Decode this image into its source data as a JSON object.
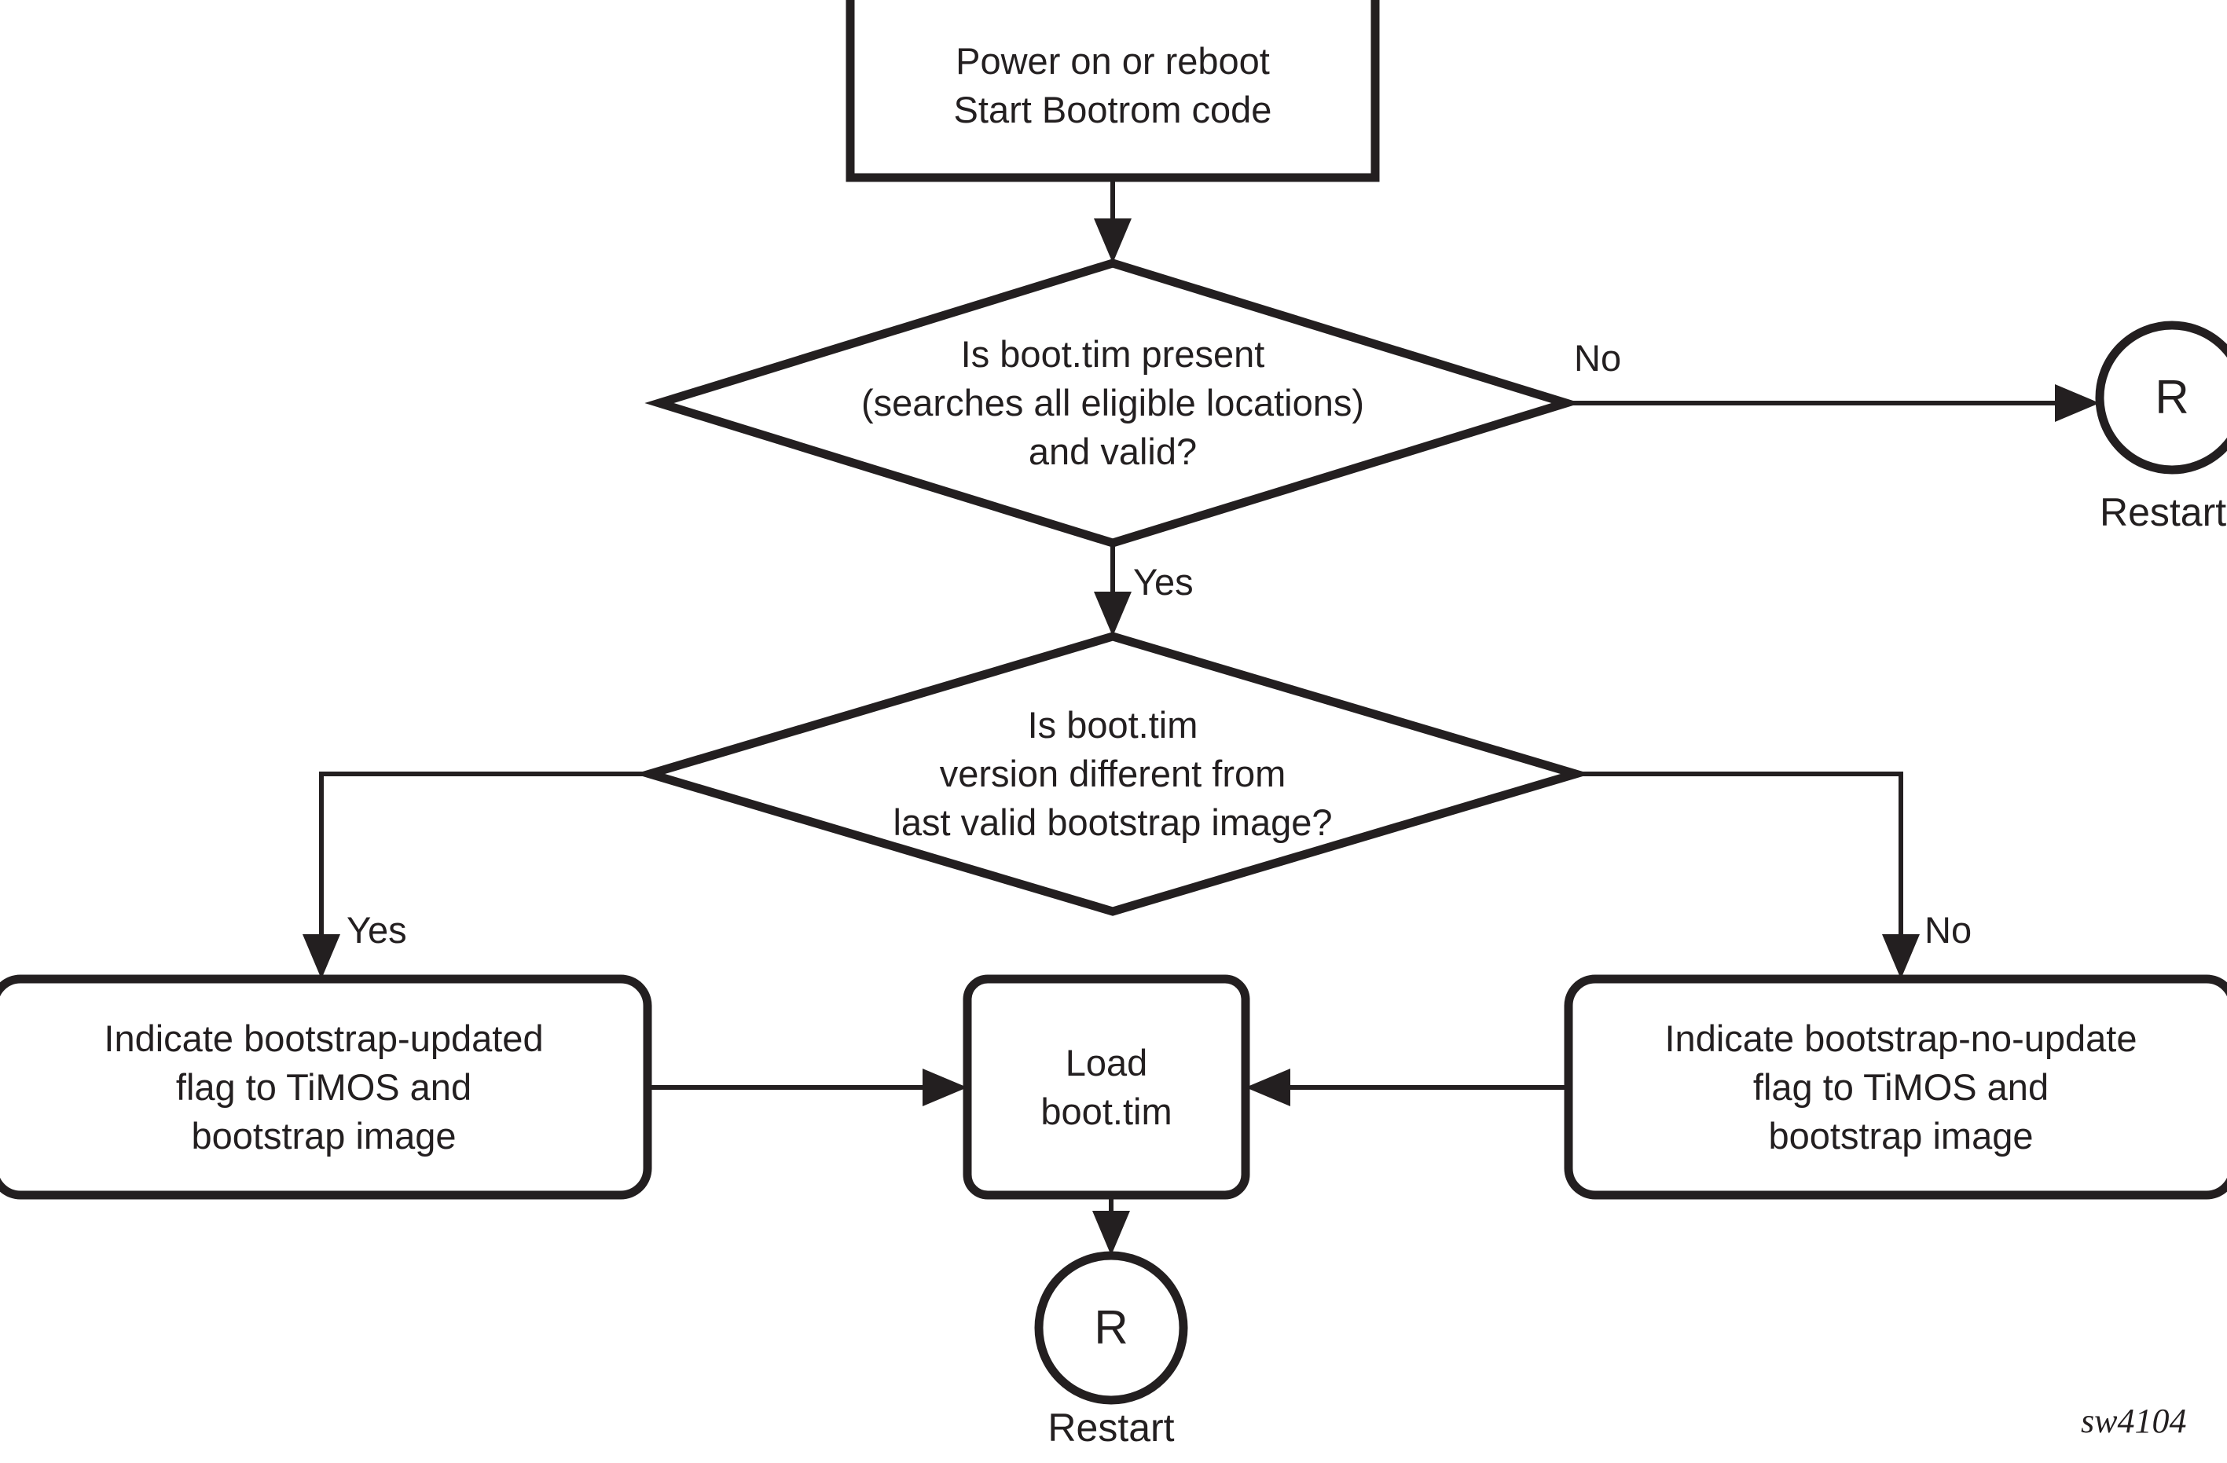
{
  "figure": {
    "id_label": "sw4104",
    "background_color": "#ffffff",
    "ink_color": "#231f20"
  },
  "nodes": {
    "start": {
      "kind": "process-rect",
      "text": "Power on or reboot\nStart Bootrom code"
    },
    "decision_present": {
      "kind": "decision-diamond",
      "text": "Is boot.tim present\n(searches all eligible locations)\nand valid?"
    },
    "decision_version": {
      "kind": "decision-diamond",
      "text": "Is boot.tim\nversion different from\nlast valid bootstrap image?"
    },
    "indicate_updated": {
      "kind": "rounded-rect",
      "text": "Indicate bootstrap-updated\nflag to TiMOS and\nbootstrap image"
    },
    "indicate_no_update": {
      "kind": "rounded-rect",
      "text": "Indicate bootstrap-no-update\nflag to TiMOS and\nbootstrap image"
    },
    "load_boot_tim": {
      "kind": "rounded-rect",
      "text": "Load\nboot.tim"
    },
    "restart_right": {
      "kind": "connector-circle",
      "letter": "R",
      "caption": "Restart"
    },
    "restart_bottom": {
      "kind": "connector-circle",
      "letter": "R",
      "caption": "Restart"
    }
  },
  "edges": [
    {
      "id": "start-to-present",
      "from": "start",
      "to": "decision_present",
      "label": ""
    },
    {
      "id": "present-no",
      "from": "decision_present",
      "to": "restart_right",
      "label": "No"
    },
    {
      "id": "present-yes",
      "from": "decision_present",
      "to": "decision_version",
      "label": "Yes"
    },
    {
      "id": "version-yes",
      "from": "decision_version",
      "to": "indicate_updated",
      "label": "Yes"
    },
    {
      "id": "version-no",
      "from": "decision_version",
      "to": "indicate_no_update",
      "label": "No"
    },
    {
      "id": "updated-to-load",
      "from": "indicate_updated",
      "to": "load_boot_tim",
      "label": ""
    },
    {
      "id": "no-update-to-load",
      "from": "indicate_no_update",
      "to": "load_boot_tim",
      "label": ""
    },
    {
      "id": "load-to-restart",
      "from": "load_boot_tim",
      "to": "restart_bottom",
      "label": ""
    }
  ]
}
